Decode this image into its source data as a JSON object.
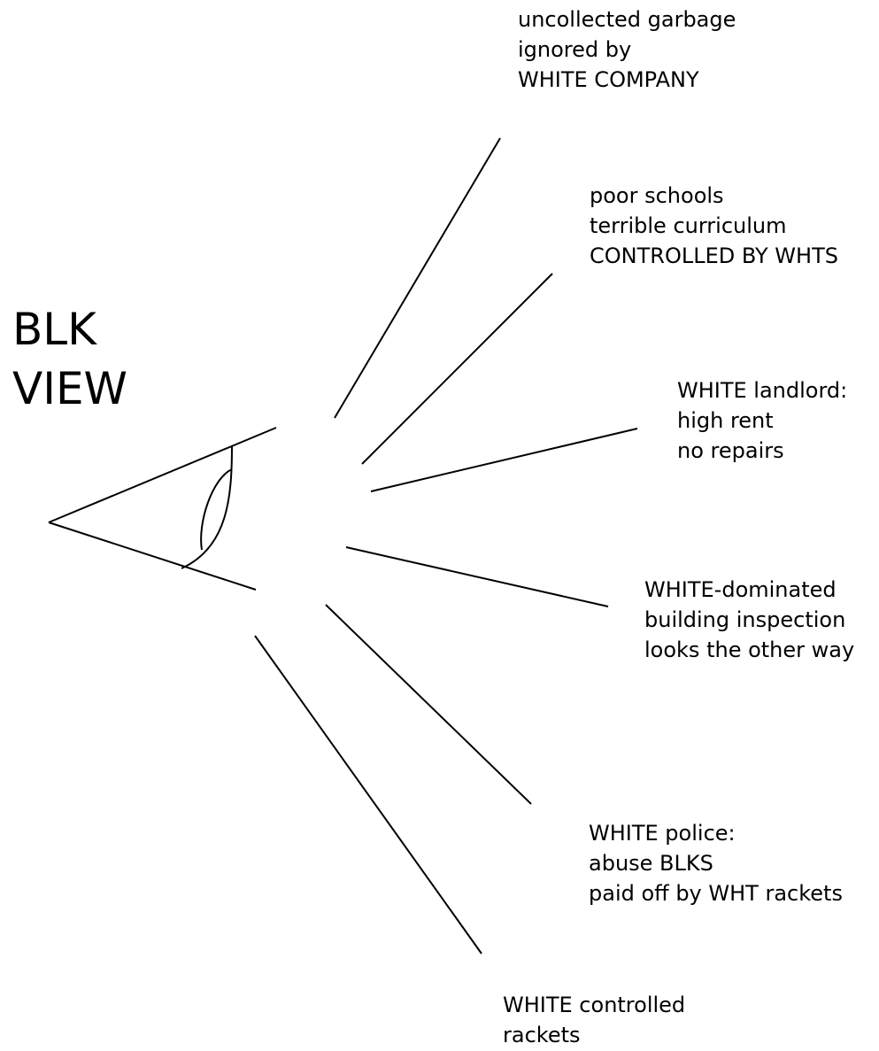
{
  "title": {
    "line1": "BLK",
    "line2": "VIEW"
  },
  "labels": {
    "garbage": [
      "uncollected garbage",
      "ignored by",
      "WHITE COMPANY"
    ],
    "schools": [
      "poor schools",
      "terrible curriculum",
      "CONTROLLED BY WHTS"
    ],
    "landlord": [
      "WHITE landlord:",
      "high rent",
      "no repairs"
    ],
    "inspection": [
      "WHITE-dominated",
      "building inspection",
      "looks the other way"
    ],
    "police": [
      "WHITE police:",
      "abuse BLKS",
      "paid off by WHT rackets"
    ],
    "rackets": [
      "WHITE controlled",
      "rackets"
    ]
  },
  "colors": {
    "ink": "#000000",
    "background": "#ffffff"
  }
}
